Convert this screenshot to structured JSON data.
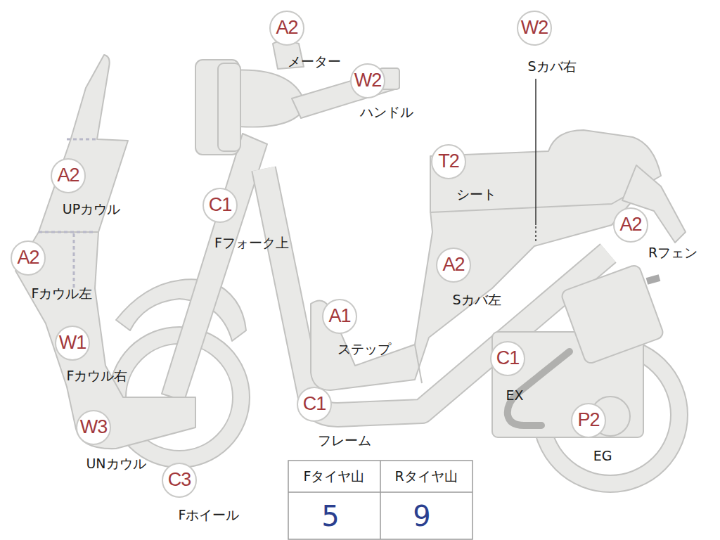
{
  "diagram": {
    "nodes": [
      {
        "text": [
          "A2",
          "メーター"
        ]
      },
      {
        "text": [
          "W2",
          "Sカバ右"
        ]
      },
      {
        "text": [
          "W2",
          "ハンドル"
        ]
      },
      {
        "text": [
          "T2",
          "シート"
        ]
      },
      {
        "text": [
          "A2",
          "UPカウル"
        ]
      },
      {
        "text": [
          "C1",
          "Fフォーク上"
        ]
      },
      {
        "text": [
          "A2",
          "Rフェン"
        ]
      },
      {
        "text": [
          "A2",
          "Fカウル左"
        ]
      },
      {
        "text": [
          "A2",
          "Sカバ左"
        ]
      },
      {
        "text": [
          "A1",
          "ステップ"
        ]
      },
      {
        "text": [
          "W1",
          "Fカウル右"
        ]
      },
      {
        "text": [
          "C1",
          "EX"
        ]
      },
      {
        "text": [
          "C1",
          "フレーム"
        ]
      },
      {
        "text": [
          "P2",
          "EG"
        ]
      },
      {
        "text": [
          "W3",
          "UNカウル"
        ]
      },
      {
        "text": [
          "C3",
          "Fホイール"
        ]
      }
    ],
    "labels": [
      "Fタイヤ山",
      "Rタイヤ山",
      "5",
      "9"
    ]
  }
}
